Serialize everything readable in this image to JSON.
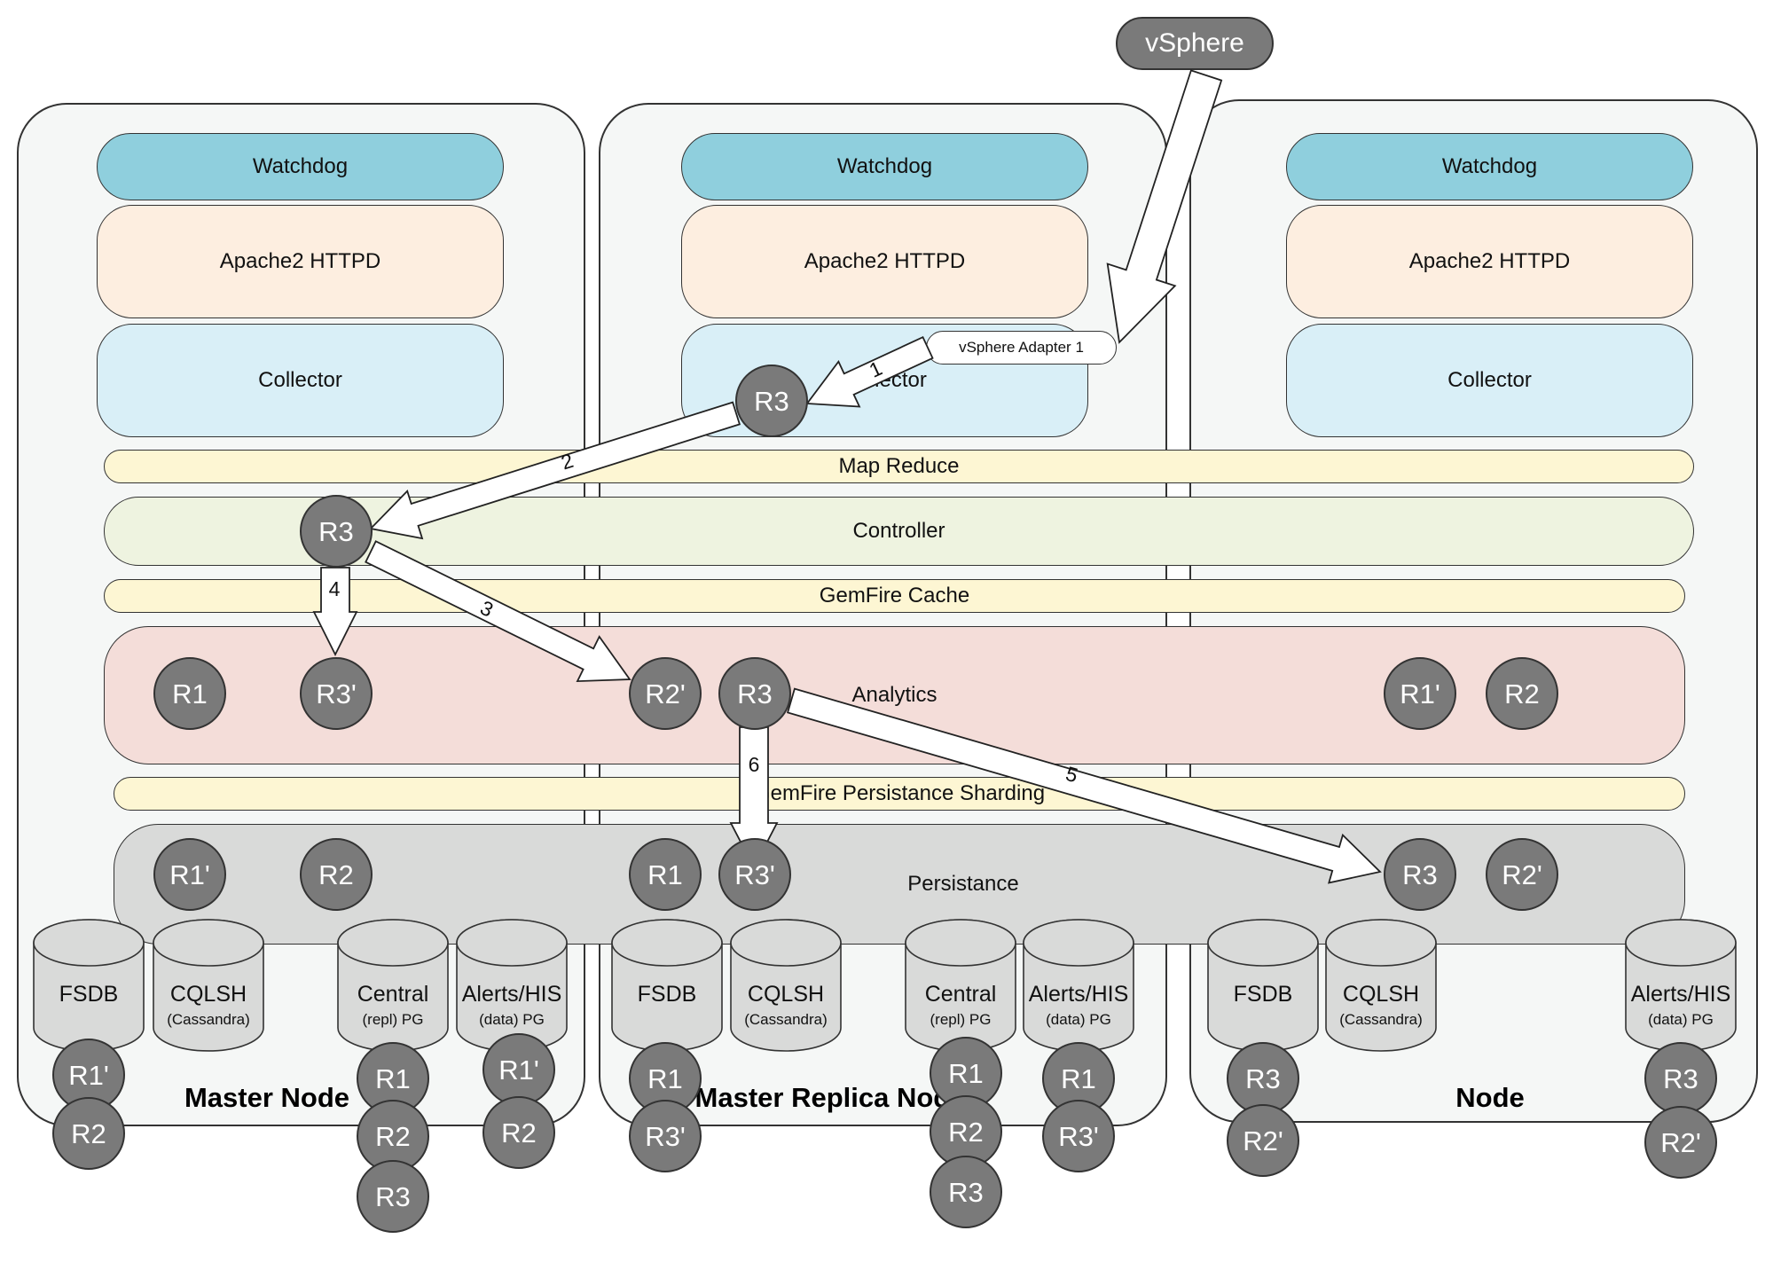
{
  "vsphere": "vSphere",
  "adapter": "vSphere Adapter 1",
  "nodes": {
    "master": {
      "title": "Master Node",
      "watchdog": "Watchdog",
      "httpd": "Apache2 HTTPD",
      "collector": "Collector"
    },
    "replica": {
      "title": "Master Replica Node",
      "watchdog": "Watchdog",
      "httpd": "Apache2 HTTPD",
      "collector": "Collector"
    },
    "node": {
      "title": "Node",
      "watchdog": "Watchdog",
      "httpd": "Apache2 HTTPD",
      "collector": "Collector"
    }
  },
  "bands": {
    "map_reduce": "Map Reduce",
    "controller": "Controller",
    "gemfire_cache": "GemFire Cache",
    "analytics": "Analytics",
    "sharding": "GemFire Persistance Sharding",
    "persistance": "Persistance"
  },
  "arrow_labels": [
    "1",
    "2",
    "3",
    "4",
    "5",
    "6"
  ],
  "circle_labels": {
    "adapter_r3": "R3",
    "controller_r3": "R3",
    "analytics": [
      "R1",
      "R3'",
      "R2'",
      "R3",
      "R1'",
      "R2"
    ],
    "persistance": [
      "R1'",
      "R2",
      "R1",
      "R3'",
      "R3",
      "R2'"
    ],
    "master_fsdb": [
      "R1'",
      "R2"
    ],
    "master_central": [
      "R1",
      "R2",
      "R3"
    ],
    "master_alerts": [
      "R1'",
      "R2"
    ],
    "replica_fsdb": [
      "R1",
      "R3'"
    ],
    "replica_central": [
      "R1",
      "R2",
      "R3"
    ],
    "replica_alerts": [
      "R1",
      "R3'"
    ],
    "node_fsdb": [
      "R3",
      "R2'"
    ],
    "node_alerts": [
      "R3",
      "R2'"
    ]
  },
  "databases": {
    "fsdb": {
      "name": "FSDB",
      "sub": ""
    },
    "cqlsh": {
      "name": "CQLSH",
      "sub": "(Cassandra)"
    },
    "central": {
      "name": "Central",
      "sub": "(repl) PG"
    },
    "alerts": {
      "name": "Alerts/HIS",
      "sub": "(data) PG"
    }
  },
  "colors": {
    "watchdog": "#8fcfdd",
    "httpd": "#fdeee0",
    "collector": "#d9eff7",
    "yellow_band": "#fdf6d3",
    "controller": "#eef3e0",
    "analytics": "#f4ddd9",
    "persistance": "#d9dad9",
    "circle": "#7a7a7a",
    "database": "#d9dad9"
  }
}
